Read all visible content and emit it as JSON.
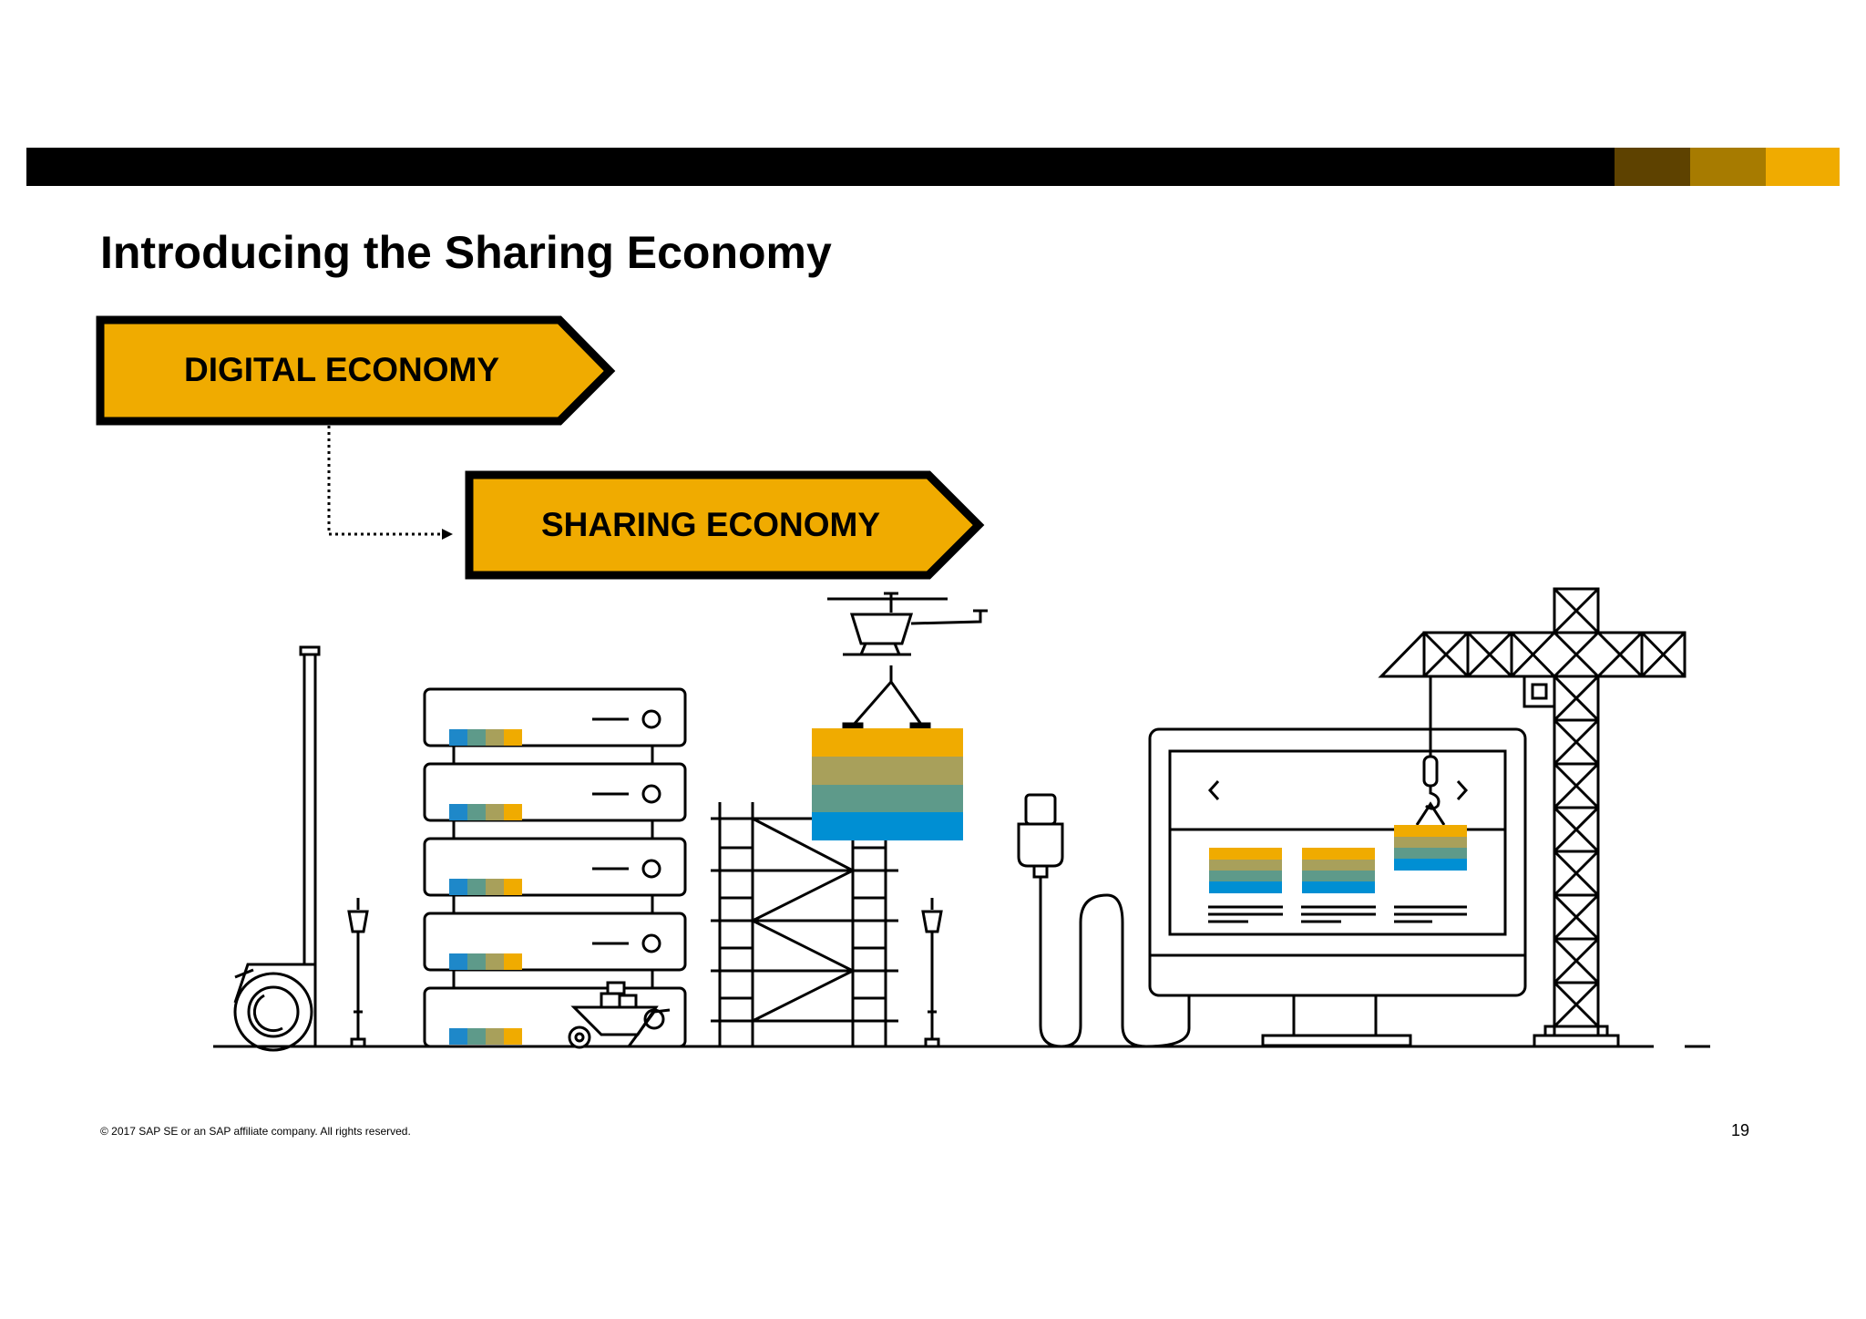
{
  "slide": {
    "title": "Introducing the Sharing Economy",
    "page_number": "19"
  },
  "arrows": {
    "first": "DIGITAL ECONOMY",
    "second": "SHARING ECONOMY"
  },
  "footer": {
    "copyright": "© 2017 SAP SE or an SAP affiliate company. All rights reserved."
  },
  "colors": {
    "gold": "#f0ab00",
    "olive": "#a8a05b",
    "teal": "#5e9a8a",
    "blue": "#008fd3",
    "bar_dark": "#5e4200",
    "bar_mid": "#a77b00"
  }
}
